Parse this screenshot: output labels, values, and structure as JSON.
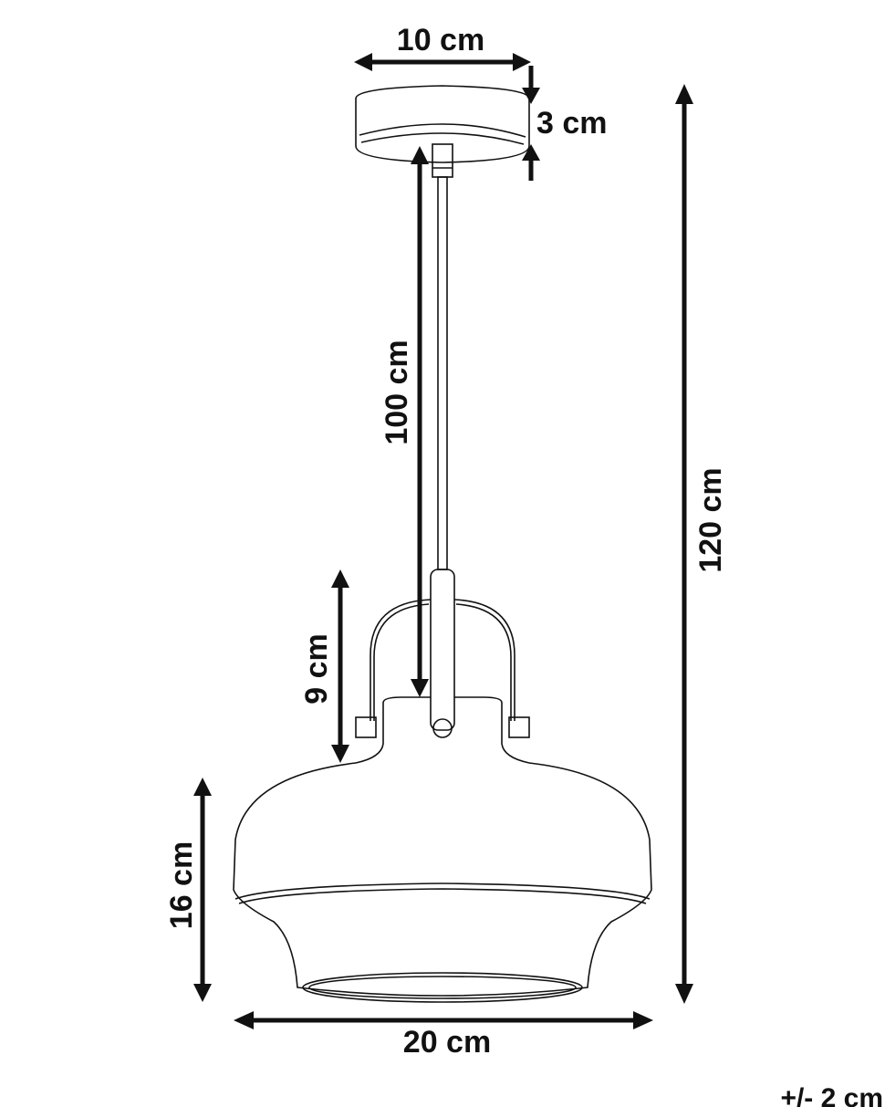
{
  "dimensions": {
    "canopy_width": "10 cm",
    "canopy_height": "3 cm",
    "rod_length": "100 cm",
    "total_height": "120 cm",
    "holder_height": "9 cm",
    "shade_height": "16 cm",
    "shade_width": "20 cm"
  },
  "tolerance": "+/- 2 cm",
  "colors": {
    "ink": "#111111",
    "background": "#ffffff"
  }
}
